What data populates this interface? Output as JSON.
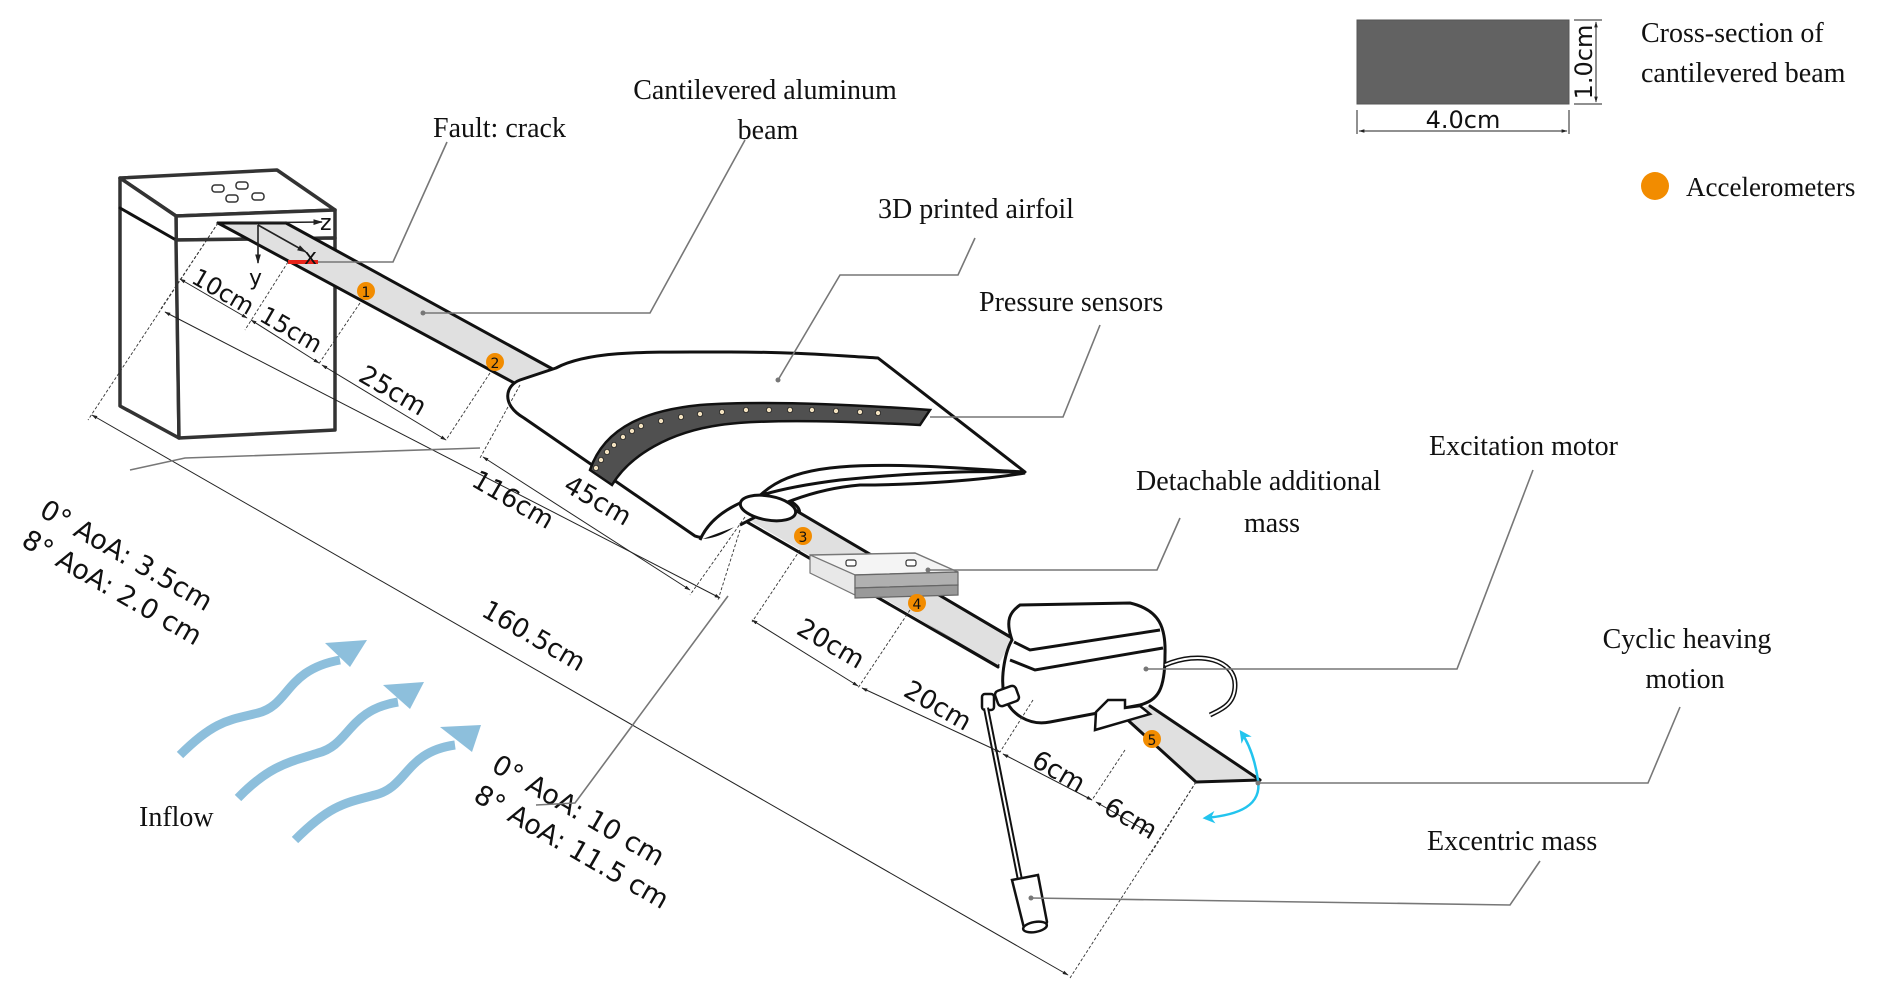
{
  "labels": {
    "fault": "Fault: crack",
    "beam_line1": "Cantilevered aluminum",
    "beam_line2": "beam",
    "airfoil": "3D printed airfoil",
    "pressure": "Pressure sensors",
    "excitation": "Excitation motor",
    "detachable_line1": "Detachable additional",
    "detachable_line2": "mass",
    "cyclic_line1": "Cyclic heaving",
    "cyclic_line2": "motion",
    "eccentric": "Excentric mass",
    "inflow": "Inflow"
  },
  "legend": {
    "cross_section_line1": "Cross-section of",
    "cross_section_line2": "cantilevered beam",
    "width": "4.0cm",
    "height": "1.0cm",
    "accelerometers": "Accelerometers"
  },
  "axes": {
    "x": "x",
    "y": "y",
    "z": "z"
  },
  "accelerometers": [
    "1",
    "2",
    "3",
    "4",
    "5"
  ],
  "dimensions": {
    "d10": "10cm",
    "d15": "15cm",
    "d25": "25cm",
    "d45": "45cm",
    "d116": "116cm",
    "d160": "160.5cm",
    "d20a": "20cm",
    "d20b": "20cm",
    "d6a": "6cm",
    "d6b": "6cm",
    "aoa_root_line1": "0° AoA: 3.5cm",
    "aoa_root_line2": "8° AoA: 2.0 cm",
    "aoa_tip_line1": "0° AoA: 10 cm",
    "aoa_tip_line2": "8° AoA: 11.5 cm"
  },
  "colors": {
    "accelerometer": "#f28c00",
    "crack": "#e8231a",
    "inflow": "#8dbfdc",
    "heaving": "#22c4ee",
    "beam_fill": "#e0e0e0",
    "cross_section": "#626262",
    "sensor_strip": "#505050"
  }
}
